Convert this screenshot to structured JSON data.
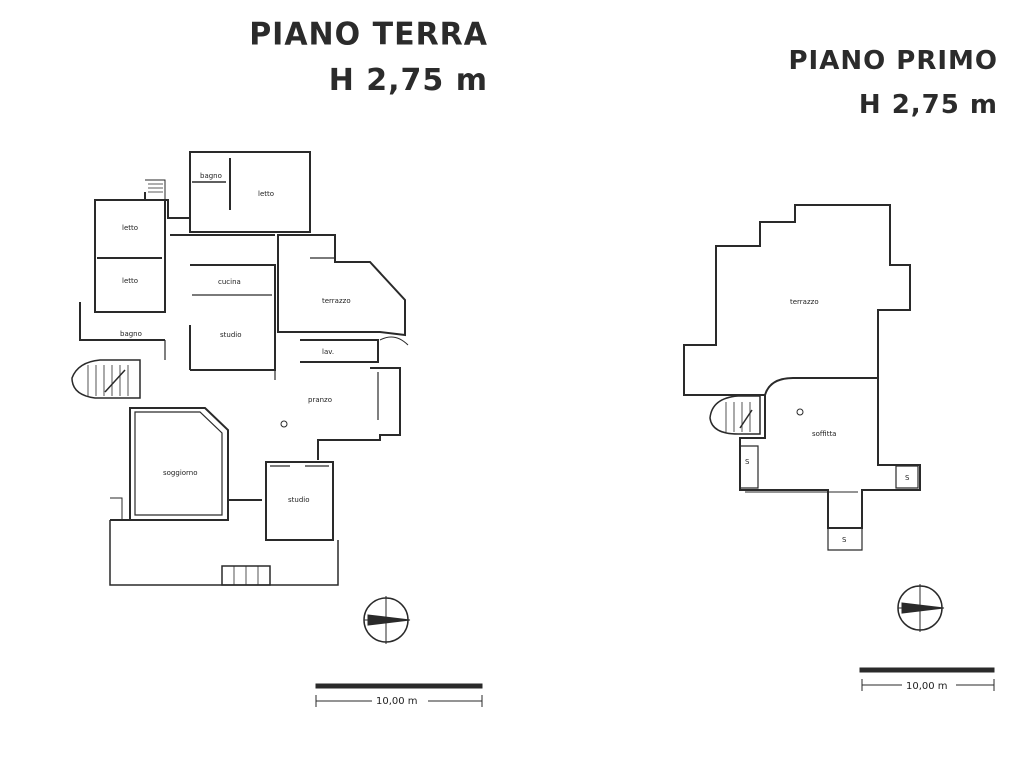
{
  "ground_floor": {
    "title": "PIANO TERRA",
    "height": "H 2,75 m",
    "rooms": {
      "bagno_top": "bagno",
      "letto_top": "letto",
      "letto_left1": "letto",
      "letto_left2": "letto",
      "cucina": "cucina",
      "terrazzo": "terrazzo",
      "bagno_left": "bagno",
      "studio_center": "studio",
      "lav": "lav.",
      "pranzo": "pranzo",
      "soggiorno": "soggiorno",
      "studio_bottom": "studio"
    },
    "scale_label": "10,00 m"
  },
  "first_floor": {
    "title": "PIANO PRIMO",
    "height": "H 2,75 m",
    "rooms": {
      "terrazzo": "terrazzo",
      "soffitta": "soffitta",
      "s1": "S",
      "s2": "S",
      "s3": "S"
    },
    "scale_label": "10,00 m"
  }
}
